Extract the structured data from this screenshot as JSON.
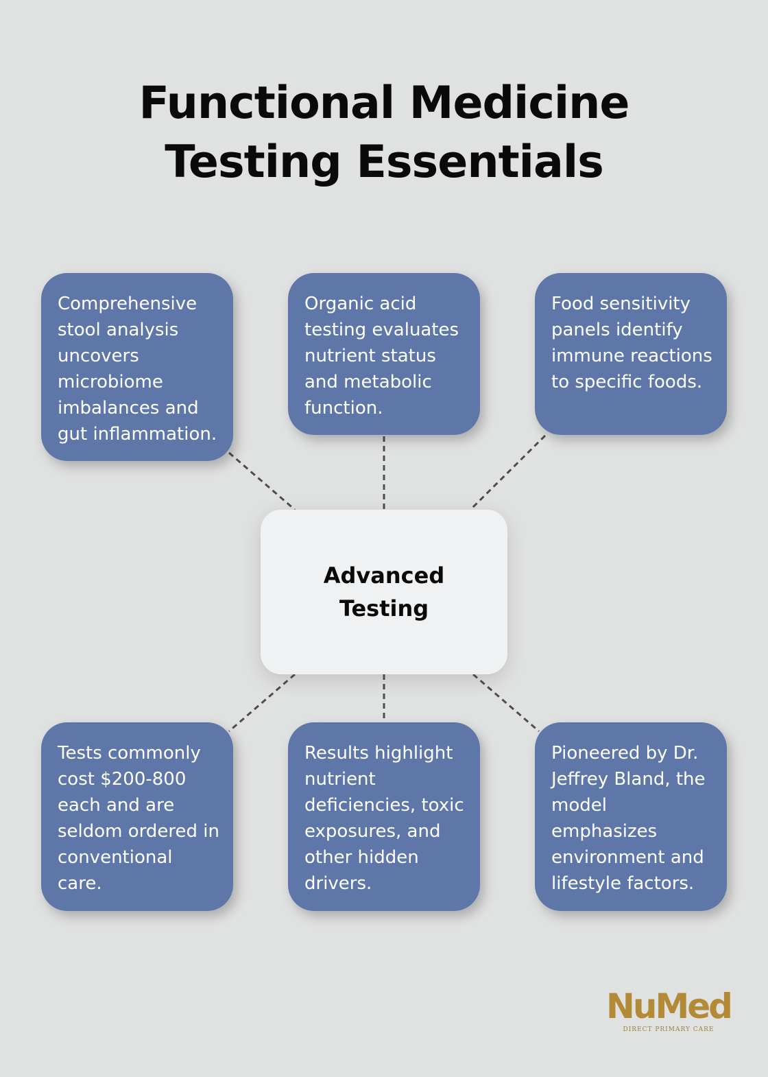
{
  "title": "Functional Medicine Testing Essentials",
  "center": {
    "label": "Advanced Testing"
  },
  "nodes": [
    {
      "text": "Comprehensive stool analysis uncovers microbiome imbalances and gut inflammation."
    },
    {
      "text": "Organic acid testing evaluates nutrient status and metabolic function."
    },
    {
      "text": "Food sensitivity panels identify immune reactions to specific foods."
    },
    {
      "text": "Tests commonly cost $200-800 each and are seldom ordered in conventional care."
    },
    {
      "text": "Results highlight nutrient deficiencies, toxic exposures, and other hidden drivers."
    },
    {
      "text": "Pioneered by Dr. Jeffrey Bland, the model emphasizes environment and lifestyle factors."
    }
  ],
  "logo": {
    "name": "NuMed",
    "tagline": "DIRECT PRIMARY CARE"
  },
  "colors": {
    "background": "#e0e1e1",
    "node": "#5e77a8",
    "center": "#f0f1f2",
    "connector": "#4d4d4d",
    "logo": "#b38a36"
  }
}
